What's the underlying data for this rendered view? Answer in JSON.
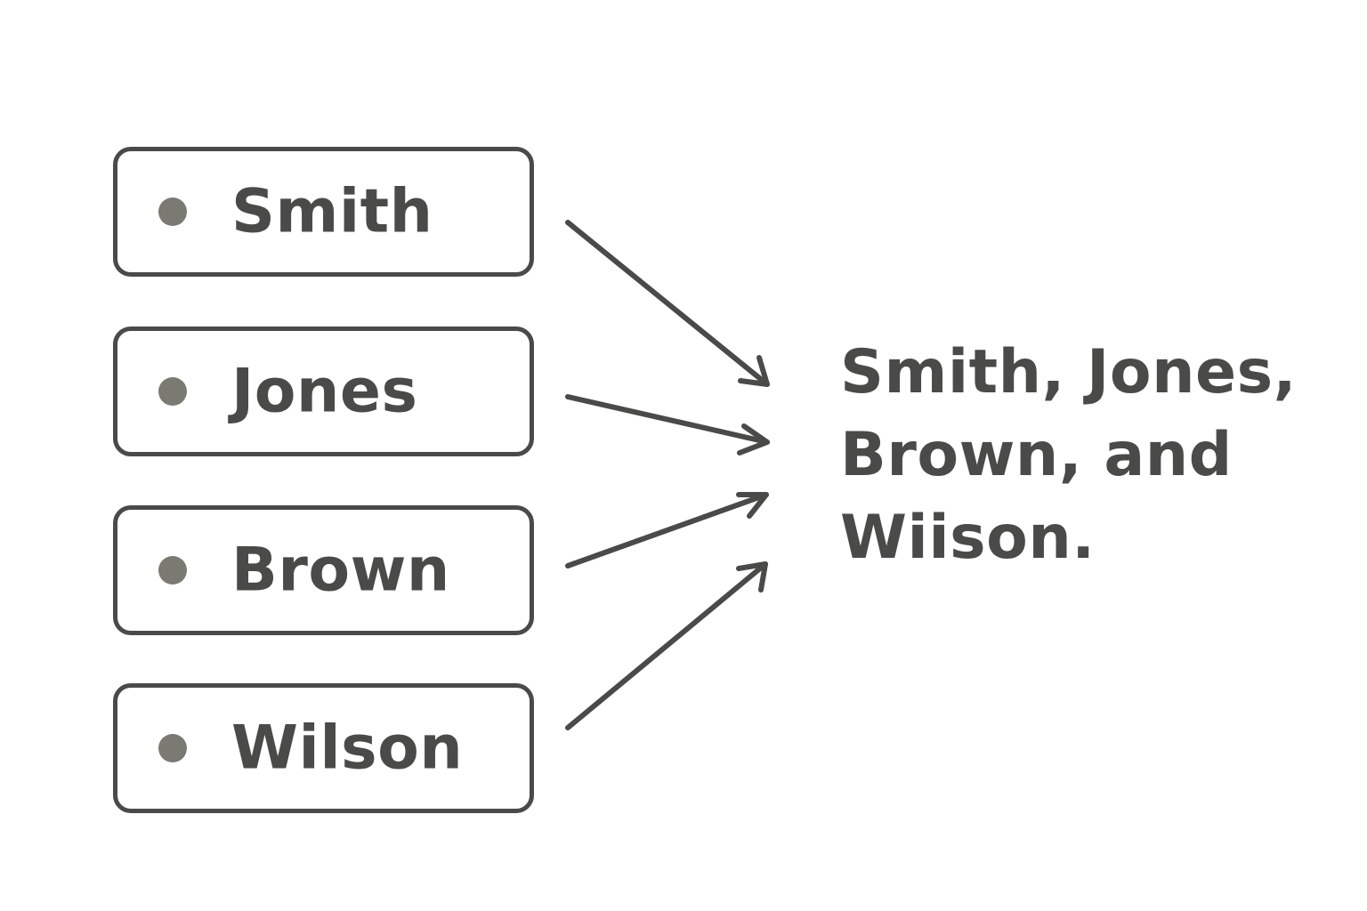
{
  "names": [
    {
      "label": "Smith"
    },
    {
      "label": "Jones"
    },
    {
      "label": "Brown"
    },
    {
      "label": "Wilson"
    }
  ],
  "summary": {
    "lines": [
      "Smith, Jones,",
      "Brown, and",
      "Wiison."
    ]
  },
  "colors": {
    "stroke": "#4a4a48",
    "bullet": "#7a7a72",
    "background": "#ffffff"
  }
}
